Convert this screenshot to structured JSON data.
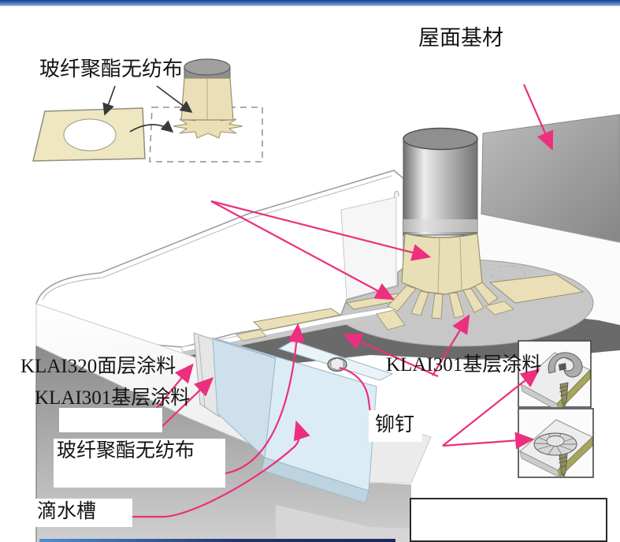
{
  "labels": {
    "nonwoven_top": "玻纤聚酯无纺布",
    "roof_substrate": "屋面基材",
    "klai320_top_coat": "KLAI320面层涂料",
    "klai301_base_coat_left": "KLAI301基层涂料",
    "nonwoven_bottom": "玻纤聚酯无纺布",
    "drip_groove": "滴水槽",
    "rivet": "铆钉",
    "klai301_base_coat_right": "KLAI301基层涂料"
  },
  "colors": {
    "accent_pink": "#ec2f7e",
    "top_bar_blue": "#3a6fb8",
    "bottom_bar_blue_left": "#4b8fd6",
    "bottom_bar_blue_right": "#1a2a5e",
    "fabric_beige": "#eadfb6",
    "drip_edge_blue": "#cde0ec",
    "roof_substrate_gray": "#9a9a9a",
    "base_coat_gray": "#c7c7c7",
    "inset_plate_edge_olive": "#a6a55f"
  }
}
